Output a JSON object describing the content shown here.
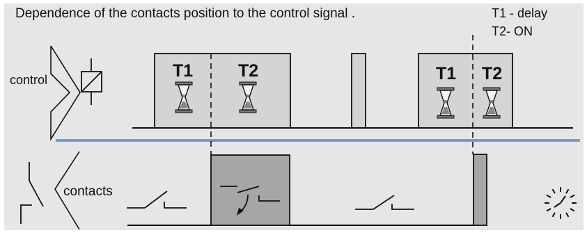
{
  "title": "Dependence of the contacts position to the control signal .",
  "legend": {
    "t1": "T1 - delay",
    "t2": "T2- ON"
  },
  "labels": {
    "control": "control",
    "contacts": "contacts"
  },
  "timers": {
    "block1_t1": "T1",
    "block1_t2": "T2",
    "block2_t1": "T1",
    "block2_t2": "T2"
  },
  "colors": {
    "panel_bg": "#e6e6e6",
    "control_block": "#d4d4d4",
    "contact_block": "#a6a6a6",
    "separator": "#6f9ed9",
    "line": "#111111"
  },
  "icons": [
    "relay-coil-icon",
    "hourglass-icon",
    "clock-icon",
    "switch-contact-icon"
  ]
}
